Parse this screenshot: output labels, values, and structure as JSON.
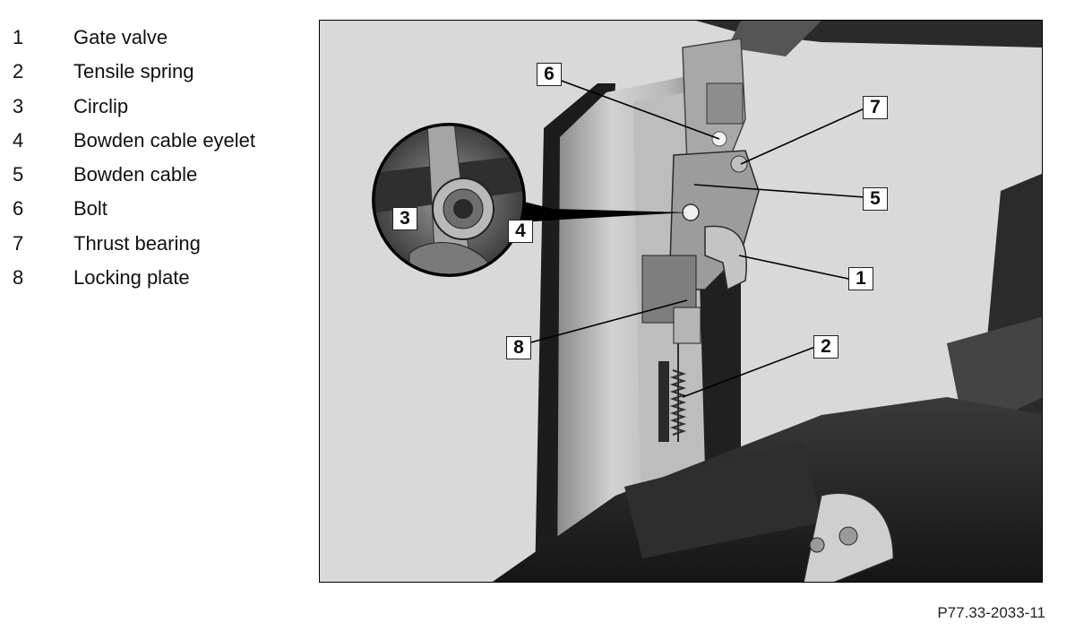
{
  "legend": {
    "items": [
      {
        "number": "1",
        "label": "Gate valve"
      },
      {
        "number": "2",
        "label": "Tensile spring"
      },
      {
        "number": "3",
        "label": "Circlip"
      },
      {
        "number": "4",
        "label": "Bowden cable eyelet"
      },
      {
        "number": "5",
        "label": "Bowden cable"
      },
      {
        "number": "6",
        "label": "Bolt"
      },
      {
        "number": "7",
        "label": "Thrust bearing"
      },
      {
        "number": "8",
        "label": "Locking plate"
      }
    ]
  },
  "figure": {
    "callouts": [
      "6",
      "7",
      "5",
      "1",
      "8",
      "2",
      "3",
      "4"
    ],
    "code": "P77.33-2033-11"
  }
}
